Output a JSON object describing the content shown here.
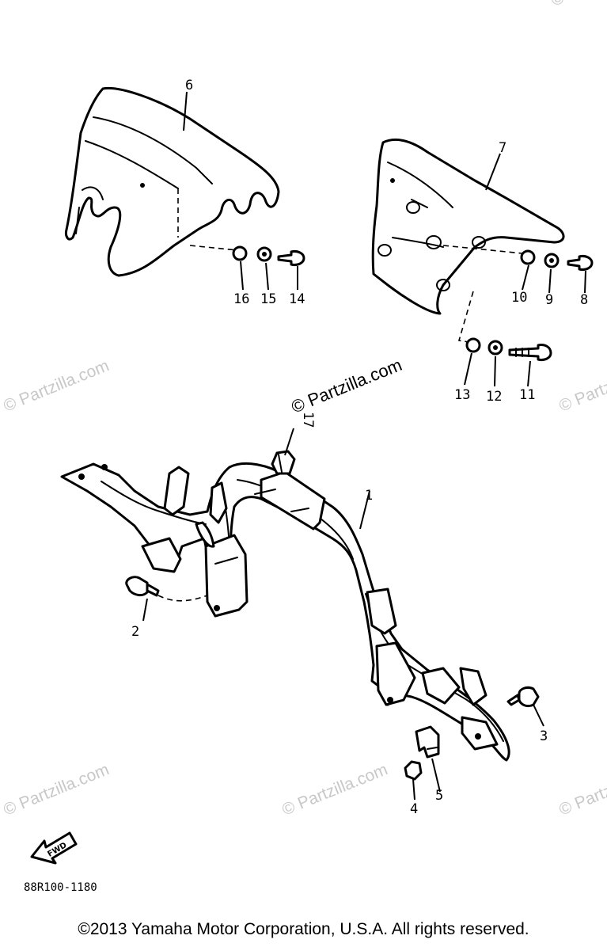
{
  "diagram": {
    "callouts": [
      "1",
      "2",
      "3",
      "4",
      "5",
      "6",
      "7",
      "8",
      "9",
      "10",
      "11",
      "12",
      "13",
      "14",
      "15",
      "16",
      "17"
    ],
    "watermark_main": "© Partzilla.com",
    "watermark_faint": "© Partzilla.com",
    "fwd_label": "FWD",
    "diagram_code": "88R100-1180"
  },
  "footer": {
    "copyright": "©2013  Yamaha Motor Corporation, U.S.A. All rights reserved."
  }
}
